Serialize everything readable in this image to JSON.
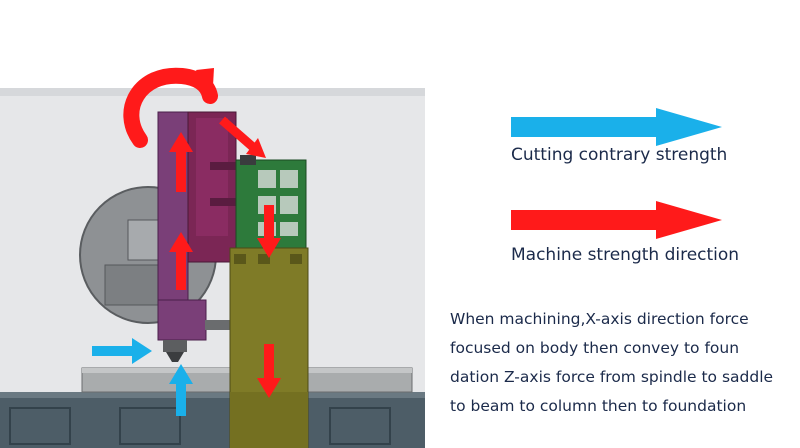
{
  "legend": {
    "cutting_label": "Cutting contrary strength",
    "machine_label": "Machine strength direction",
    "colors": {
      "cutting": "#1ab0ea",
      "machine": "#ff1a1a"
    }
  },
  "description": {
    "lines": [
      "When machining,X-axis direction force",
      "focused on body then convey to foun",
      "dation Z-axis force from spindle to saddle",
      "to beam to column then to foundation"
    ]
  },
  "machine_colors": {
    "column": "#7e7a26",
    "spindle_head": "#7a2a5e",
    "saddle": "#2f7a3a",
    "base": "#4a5a64",
    "background_gray": "#e4e6e8"
  }
}
